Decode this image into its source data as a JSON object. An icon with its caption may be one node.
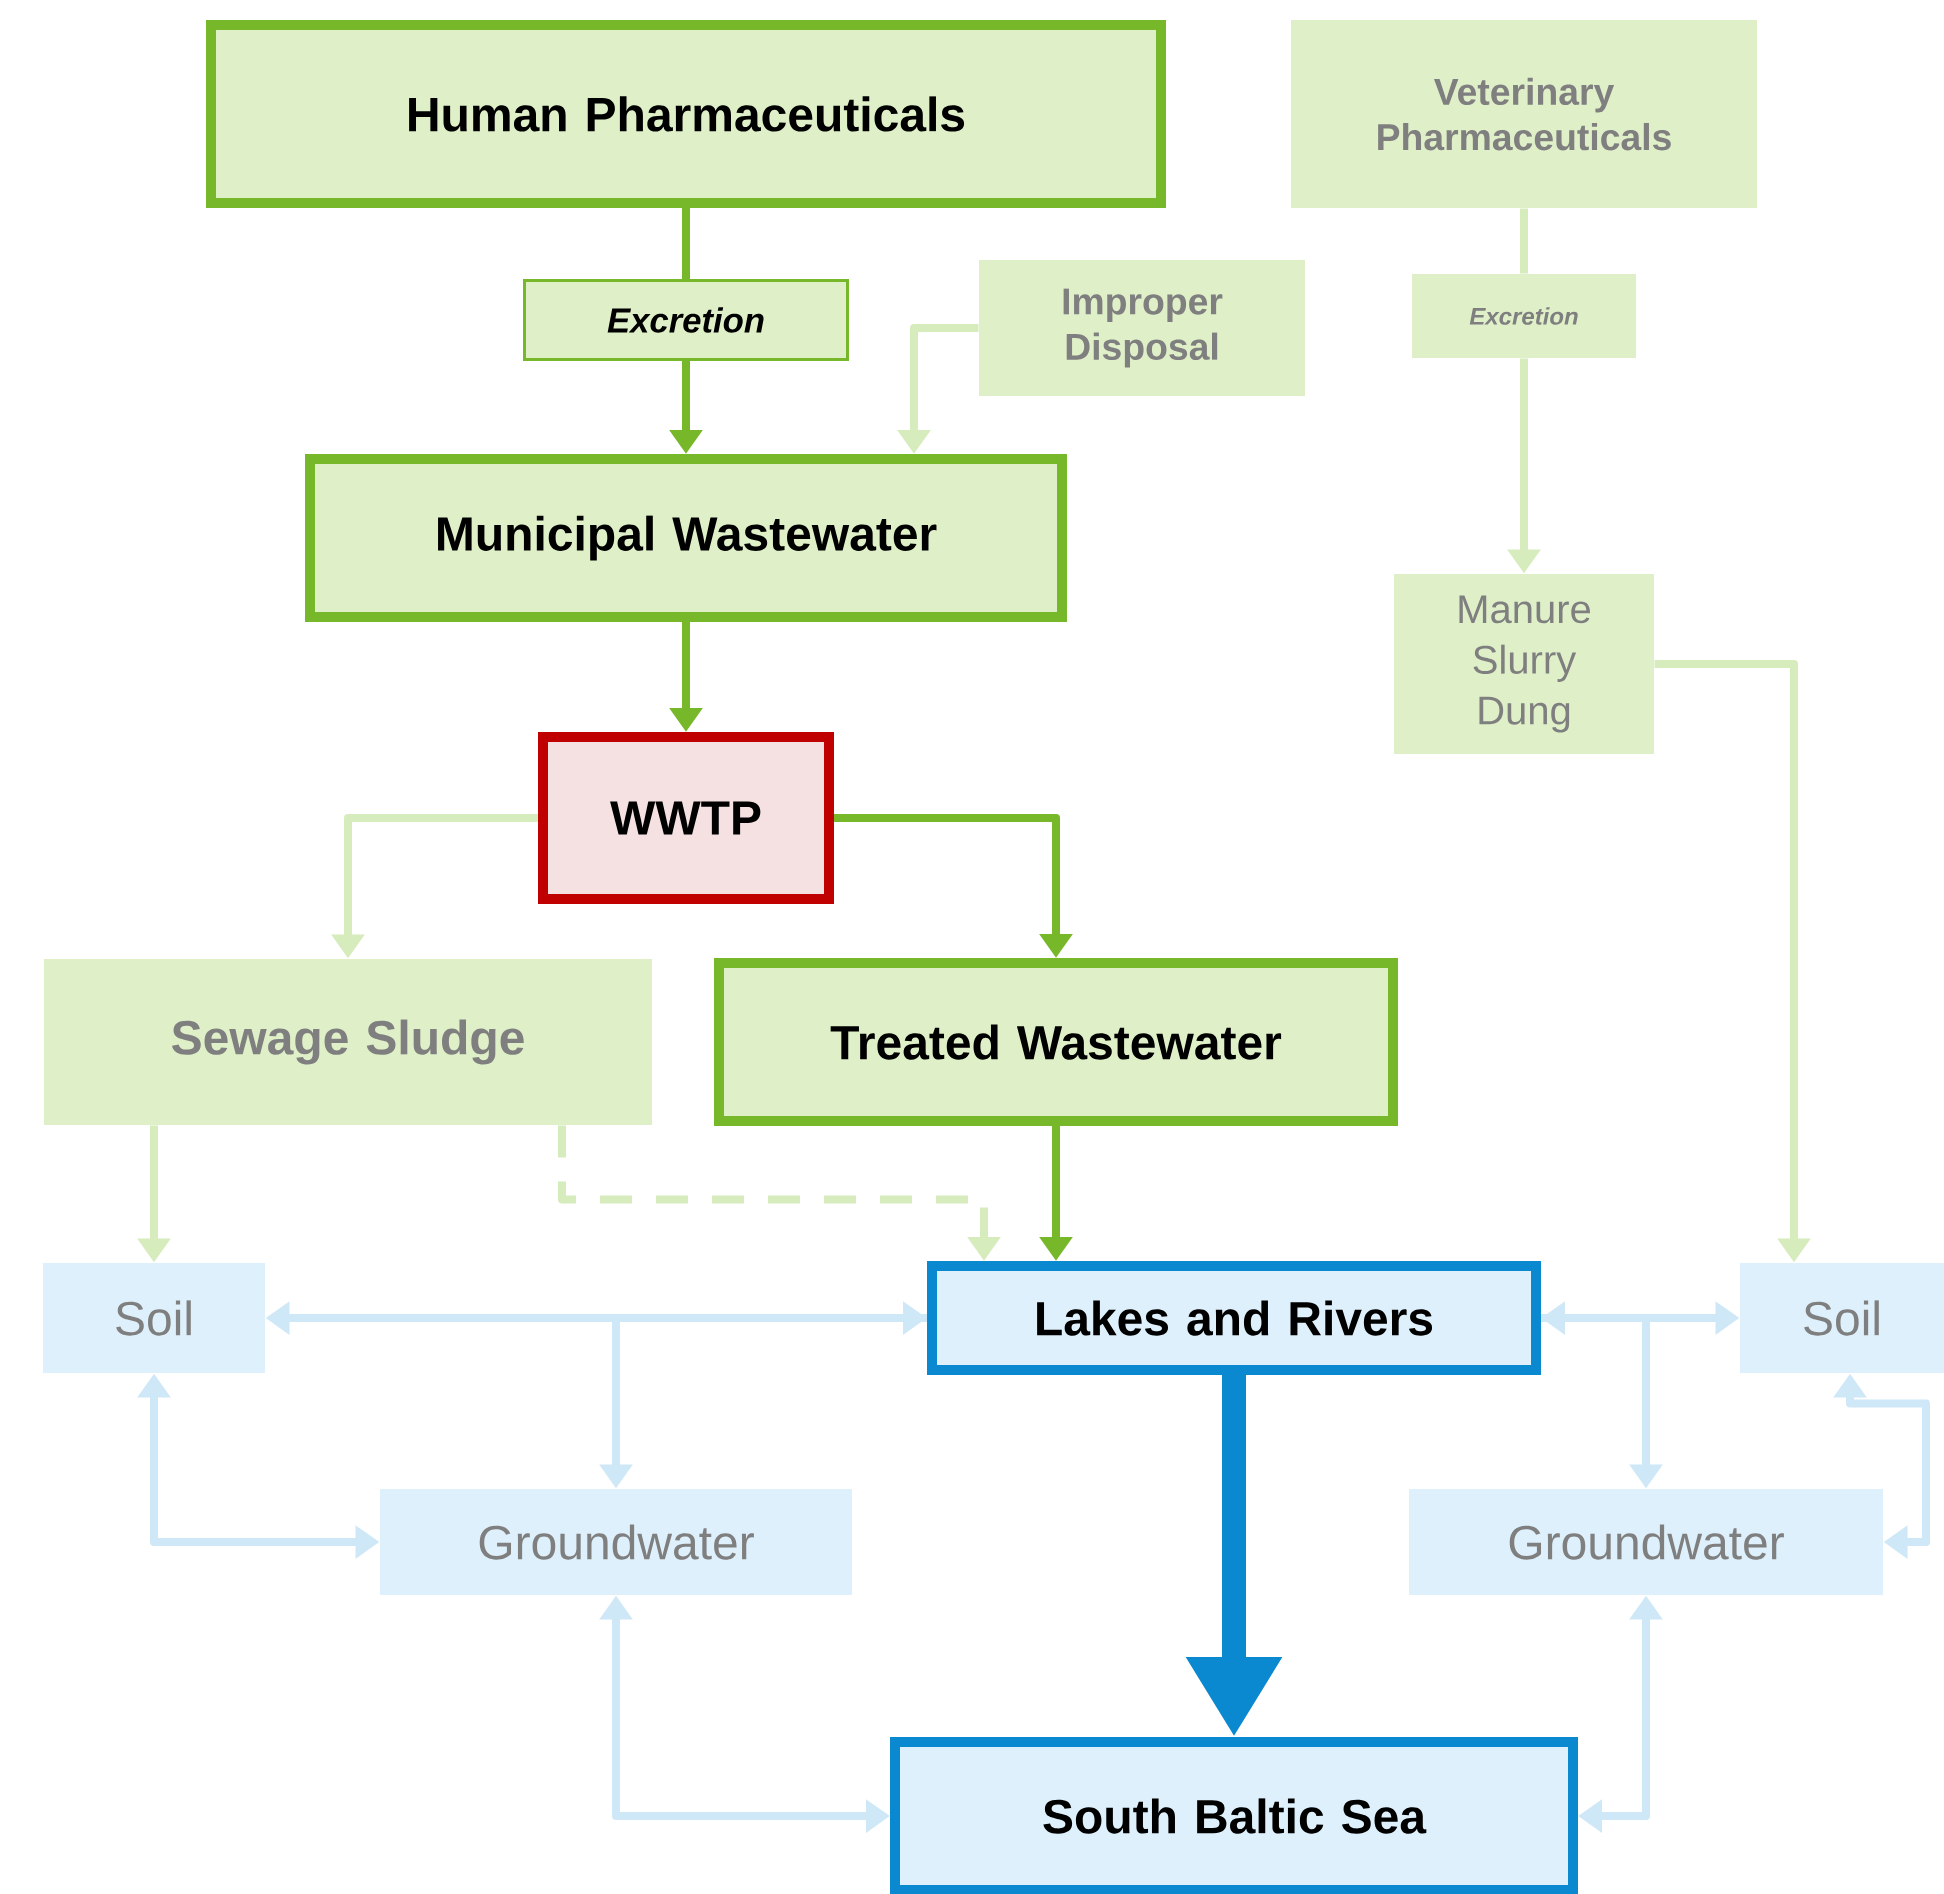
{
  "diagram": {
    "nodes": [
      {
        "text": [
          "Human Pharmaceuticals"
        ]
      },
      {
        "text": [
          "Excretion"
        ]
      },
      {
        "text": [
          "Improper Disposal"
        ]
      },
      {
        "text": [
          "Veterinary Pharmaceuticals"
        ]
      },
      {
        "text": [
          "Excretion"
        ]
      },
      {
        "text": [
          "Municipal Wastewater"
        ]
      },
      {
        "text": [
          "WWTP"
        ]
      },
      {
        "text": [
          "Manure Slurry Dung"
        ]
      },
      {
        "text": [
          "Sewage Sludge"
        ]
      },
      {
        "text": [
          "Treated Wastewater"
        ]
      },
      {
        "text": [
          "Soil"
        ]
      },
      {
        "text": [
          "Lakes and Rivers"
        ]
      },
      {
        "text": [
          "Soil"
        ]
      },
      {
        "text": [
          "Groundwater"
        ]
      },
      {
        "text": [
          "Groundwater"
        ]
      },
      {
        "text": [
          "South Baltic Sea"
        ]
      }
    ],
    "edges": [
      {
        "from": 0,
        "to": 1,
        "arrow": "none",
        "color": "#77b82a"
      },
      {
        "from": 1,
        "to": 5,
        "arrow": "to",
        "color": "#77b82a"
      },
      {
        "from": 2,
        "to": 5,
        "arrow": "to",
        "color": "#d6ecbc"
      },
      {
        "from": 3,
        "to": 4,
        "arrow": "none",
        "color": "#d6ecbc"
      },
      {
        "from": 4,
        "to": 7,
        "arrow": "to",
        "color": "#d6ecbc"
      },
      {
        "from": 5,
        "to": 6,
        "arrow": "to",
        "color": "#77b82a"
      },
      {
        "from": 6,
        "to": 8,
        "arrow": "to",
        "color": "#d6ecbc"
      },
      {
        "from": 6,
        "to": 9,
        "arrow": "to",
        "color": "#77b82a"
      },
      {
        "from": 7,
        "to": 12,
        "arrow": "to",
        "color": "#d6ecbc"
      },
      {
        "from": 8,
        "to": 10,
        "arrow": "to",
        "color": "#d6ecbc"
      },
      {
        "from": 8,
        "to": 11,
        "arrow": "to",
        "style": "dashed",
        "color": "#d6ecbc"
      },
      {
        "from": 9,
        "to": 11,
        "arrow": "to",
        "color": "#77b82a"
      },
      {
        "from": 10,
        "to": 11,
        "arrow": "both",
        "color": "#cfe8f7"
      },
      {
        "from": 11,
        "to": 13,
        "arrow": "to",
        "color": "#cfe8f7"
      },
      {
        "from": 10,
        "to": 13,
        "arrow": "both",
        "color": "#cfe8f7"
      },
      {
        "from": 13,
        "to": 15,
        "arrow": "both",
        "color": "#cfe8f7"
      },
      {
        "from": 11,
        "to": 15,
        "arrow": "to",
        "style": "thick",
        "color": "#0a88d0"
      },
      {
        "from": 11,
        "to": 12,
        "arrow": "both",
        "color": "#cfe8f7"
      },
      {
        "from": 11,
        "to": 14,
        "arrow": "to",
        "color": "#cfe8f7"
      },
      {
        "from": 12,
        "to": 14,
        "arrow": "both",
        "color": "#cfe8f7"
      },
      {
        "from": 14,
        "to": 15,
        "arrow": "both",
        "color": "#cfe8f7"
      }
    ]
  }
}
